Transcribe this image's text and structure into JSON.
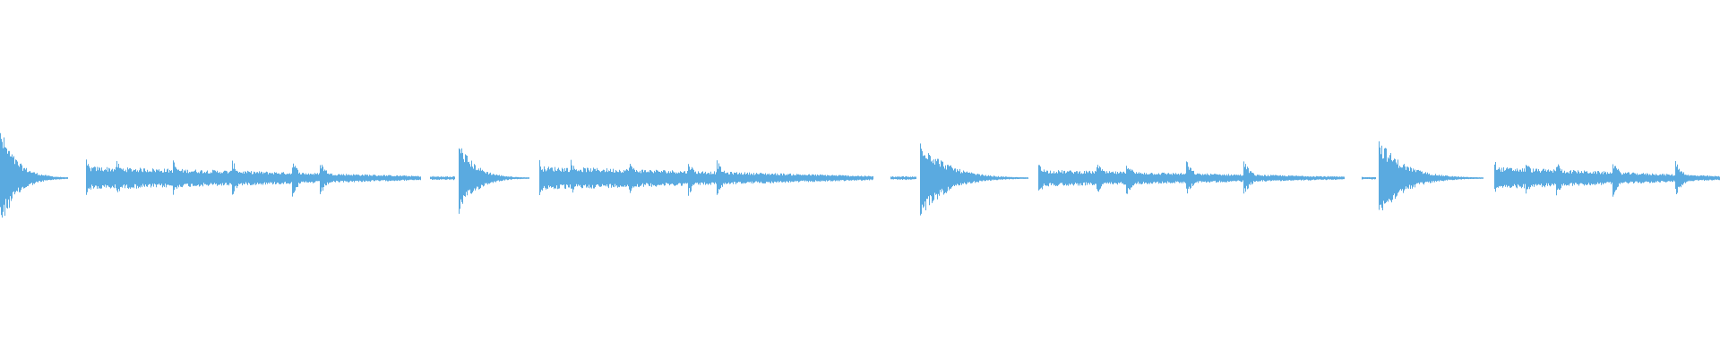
{
  "waveform": {
    "color": "#5aaae0",
    "background": "#ffffff",
    "duration_fraction_visible": 1.0,
    "onsets": [
      {
        "start": 0.0,
        "end": 0.04,
        "peak": 1.0,
        "kind": "hit"
      },
      {
        "start": 0.05,
        "end": 0.245,
        "peak": 0.42,
        "kind": "phrase"
      },
      {
        "start": 0.25,
        "end": 0.265,
        "peak": 0.04,
        "kind": "tail"
      },
      {
        "start": 0.267,
        "end": 0.308,
        "peak": 0.72,
        "kind": "hit"
      },
      {
        "start": 0.314,
        "end": 0.508,
        "peak": 0.42,
        "kind": "phrase"
      },
      {
        "start": 0.518,
        "end": 0.533,
        "peak": 0.04,
        "kind": "tail"
      },
      {
        "start": 0.535,
        "end": 0.598,
        "peak": 0.8,
        "kind": "hit"
      },
      {
        "start": 0.604,
        "end": 0.782,
        "peak": 0.3,
        "kind": "phrase"
      },
      {
        "start": 0.792,
        "end": 0.8,
        "peak": 0.03,
        "kind": "tail"
      },
      {
        "start": 0.802,
        "end": 0.863,
        "peak": 0.78,
        "kind": "hit"
      },
      {
        "start": 0.869,
        "end": 1.0,
        "peak": 0.4,
        "kind": "phrase"
      }
    ],
    "sub_hits": [
      0.05,
      0.068,
      0.101,
      0.135,
      0.17,
      0.186,
      0.314,
      0.332,
      0.366,
      0.4,
      0.417,
      0.604,
      0.638,
      0.655,
      0.69,
      0.723,
      0.869,
      0.887,
      0.905,
      0.938,
      0.974
    ]
  }
}
